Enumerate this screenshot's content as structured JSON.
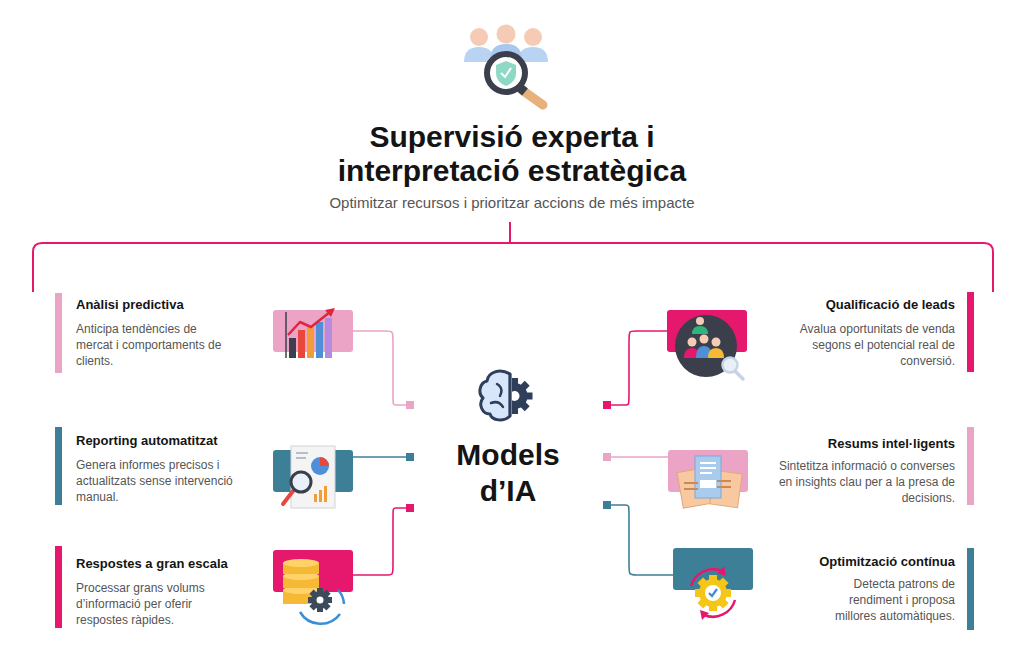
{
  "diagram": {
    "title": "Supervisió experta i interpretació estratègica",
    "nodes": [
      {
        "text": [
          "Anàlisi predictiva",
          "Anticipa tendències de mercat i comportaments de clients."
        ]
      },
      {
        "text": [
          "Qualificació de leads",
          "Avalua oportunitats de venda segons el potencial real de conversió."
        ]
      },
      {
        "text": [
          "Reporting automatitzat",
          "Genera informes precisos i actualitzats sense intervenció manual."
        ]
      },
      {
        "text": [
          "Models d’IA"
        ]
      },
      {
        "text": [
          "Resums intel·ligents",
          "Sintetitza informació o converses en insights clau per a la presa de decisions."
        ]
      },
      {
        "text": [
          "Respostes a gran escala",
          "Processar grans volums d’informació per oferir respostes ràpides."
        ]
      },
      {
        "text": [
          "Optimització contínua",
          "Detecta patrons de rendiment i proposa millores automàtiques."
        ]
      }
    ],
    "edges": [
      {
        "from": 3,
        "to": 0,
        "arrow": "none"
      },
      {
        "from": 3,
        "to": 2,
        "arrow": "none"
      },
      {
        "from": 3,
        "to": 5,
        "arrow": "none"
      },
      {
        "from": 3,
        "to": 1,
        "arrow": "none"
      },
      {
        "from": 3,
        "to": 4,
        "arrow": "none"
      },
      {
        "from": 3,
        "to": 6,
        "arrow": "none"
      }
    ],
    "labels": [
      "Optimitzar recursos i prioritzar accions de més impacte"
    ]
  }
}
